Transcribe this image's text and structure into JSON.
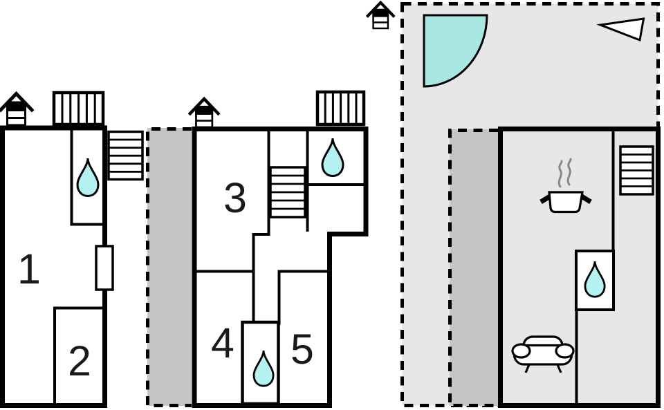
{
  "rooms": {
    "r1": "1",
    "r2": "2",
    "r3": "3",
    "r4": "4",
    "r5": "5"
  },
  "colors": {
    "wall": "#000000",
    "water_drop": "#b5f1f1",
    "pool": "#a9e7e3",
    "terrace": "#e7e7e7",
    "adjacent_area": "#c5c5c5",
    "steam": "#888888",
    "paper": "#ffffff"
  },
  "icons": {
    "chimney": "chimney-icon",
    "window_hatch": "window-icon",
    "stairs": "stairs-icon",
    "water_drop": "water-drop-icon",
    "pool": "pool-quarter-icon",
    "north_arrow": "north-arrow-icon",
    "stove": "stove-pot-icon",
    "sofa": "sofa-icon",
    "wall_window": "wall-window-icon"
  }
}
